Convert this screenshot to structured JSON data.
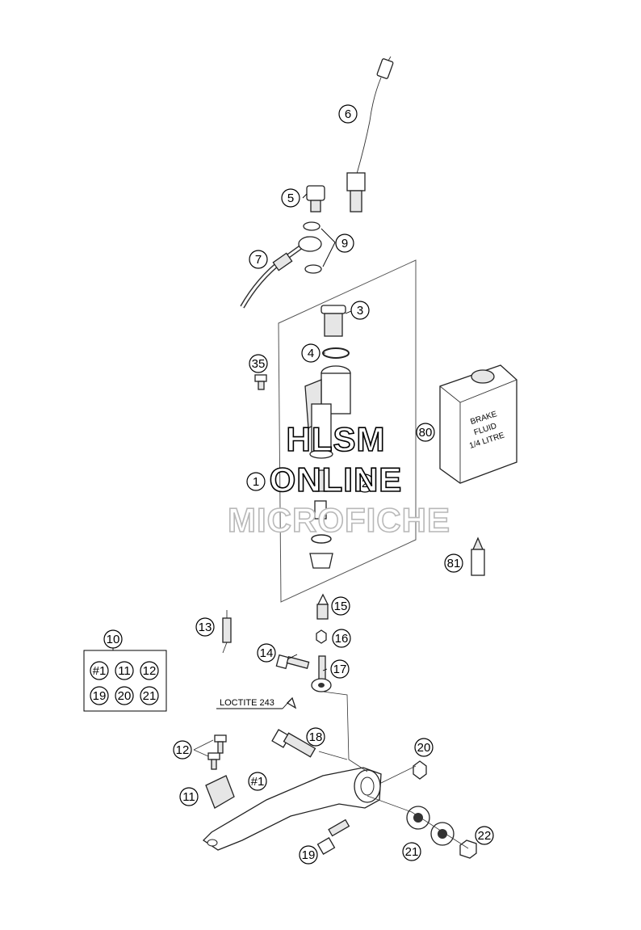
{
  "callouts": [
    {
      "label": "6"
    },
    {
      "label": "5"
    },
    {
      "label": "9"
    },
    {
      "label": "7"
    },
    {
      "label": "3"
    },
    {
      "label": "4"
    },
    {
      "label": "35"
    },
    {
      "label": "80"
    },
    {
      "label": "1"
    },
    {
      "label": "2"
    },
    {
      "label": "81"
    },
    {
      "label": "15"
    },
    {
      "label": "13"
    },
    {
      "label": "16"
    },
    {
      "label": "14"
    },
    {
      "label": "17"
    },
    {
      "label": "10"
    },
    {
      "label": "#1"
    },
    {
      "label": "11"
    },
    {
      "label": "12"
    },
    {
      "label": "19"
    },
    {
      "label": "20"
    },
    {
      "label": "21"
    },
    {
      "label": "18"
    },
    {
      "label": "20"
    },
    {
      "label": "12"
    },
    {
      "label": "#1"
    },
    {
      "label": "11"
    },
    {
      "label": "21"
    },
    {
      "label": "22"
    },
    {
      "label": "19"
    }
  ],
  "loctite_label": "LOCTITE 243",
  "bottle_label": [
    "BRAKE",
    "FLUID",
    "1/4 LITRE"
  ],
  "watermark": {
    "line1": "HLSM",
    "line2": "ONLINE",
    "line3": "MICROFICHE",
    "color": "#000000",
    "faint_color": "#c8c8c8"
  }
}
